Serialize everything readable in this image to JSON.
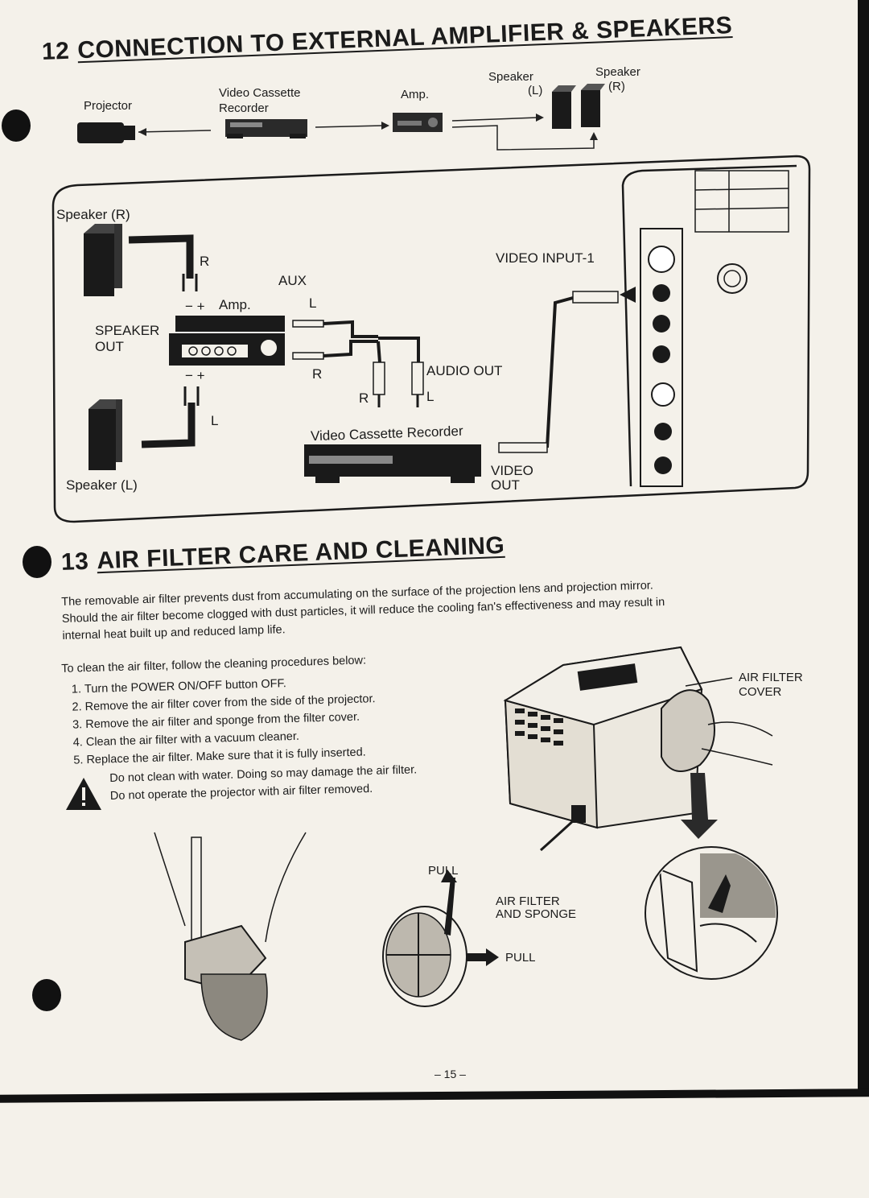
{
  "section12": {
    "number": "12",
    "title": "CONNECTION TO EXTERNAL AMPLIFIER & SPEAKERS",
    "top_diagram": {
      "projector": "Projector",
      "vcr": "Video Cassette",
      "vcr2": "Recorder",
      "amp": "Amp.",
      "speaker_l": "Speaker",
      "speaker_l_side": "(L)",
      "speaker_r": "Speaker",
      "speaker_r_side": "(R)"
    },
    "wiring": {
      "speaker_r": "Speaker (R)",
      "r_top": "R",
      "aux": "AUX",
      "minus_plus_top": "− +",
      "amp": "Amp.",
      "l_top": "L",
      "speaker_out": "SPEAKER",
      "speaker_out2": "OUT",
      "minus_plus_bottom": "− +",
      "r_mid": "R",
      "audio_out": "AUDIO OUT",
      "r_plug": "R",
      "l_plug": "L",
      "l_bottom": "L",
      "vcr": "Video Cassette Recorder",
      "video_input": "VIDEO INPUT-1",
      "video_out": "VIDEO",
      "video_out2": "OUT",
      "speaker_l": "Speaker (L)"
    }
  },
  "section13": {
    "number": "13",
    "title": "AIR FILTER CARE AND CLEANING",
    "intro_lines": [
      "The removable air filter prevents dust from accumulating on the surface of the projection lens and projection mirror.",
      "Should the air filter become clogged with dust particles, it will reduce the cooling fan's effectiveness and may result in",
      "internal heat built up and reduced lamp life."
    ],
    "steps_intro": "To clean the air filter, follow the cleaning procedures below:",
    "steps": [
      "Turn the POWER ON/OFF button OFF.",
      "Remove the air filter cover from the side of the projector.",
      "Remove the air filter and sponge from the filter cover.",
      "Clean the air filter with a vacuum cleaner.",
      "Replace the air filter.  Make sure that it is fully inserted."
    ],
    "warnings": [
      "Do not clean with water.  Doing so may damage the air filter.",
      "Do not operate the projector with air filter removed."
    ],
    "air_filter_cover": "AIR FILTER",
    "air_filter_cover2": "COVER",
    "pull_top": "PULL",
    "air_filter_sponge": "AIR FILTER",
    "air_filter_sponge2": "AND SPONGE",
    "pull_side": "PULL"
  },
  "page_number": "– 15 –"
}
